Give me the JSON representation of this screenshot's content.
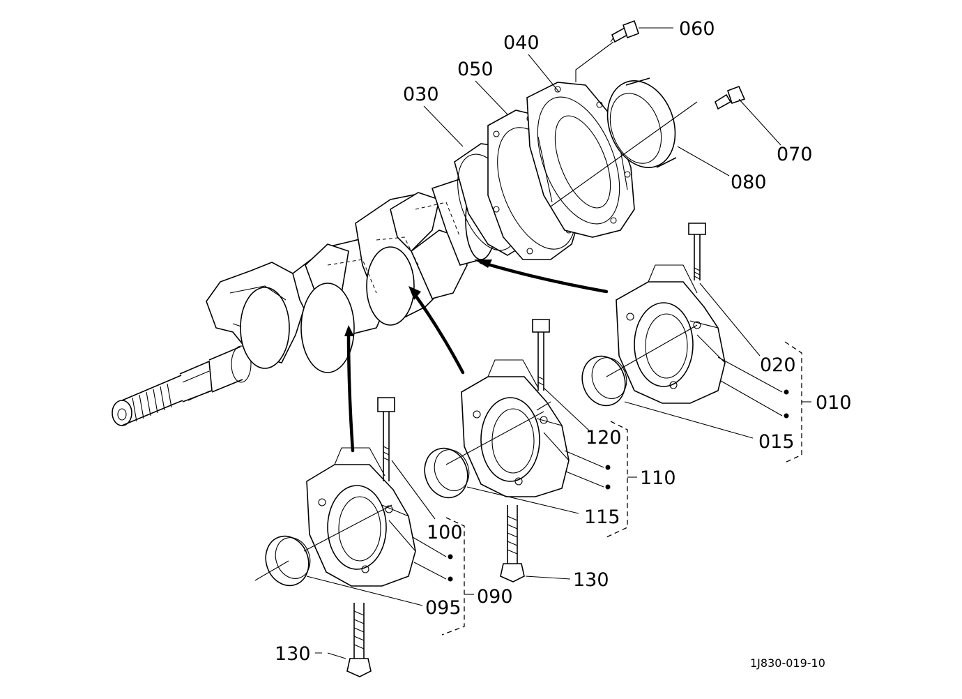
{
  "diagram": {
    "part_numbers": {
      "p010": "010",
      "p015": "015",
      "p020": "020",
      "p030": "030",
      "p040": "040",
      "p050": "050",
      "p060": "060",
      "p070": "070",
      "p080": "080",
      "p090": "090",
      "p095": "095",
      "p100": "100",
      "p110": "110",
      "p115": "115",
      "p120": "120",
      "p130a": "130",
      "p130b": "130"
    },
    "reference_code": "1J830-019-10"
  }
}
